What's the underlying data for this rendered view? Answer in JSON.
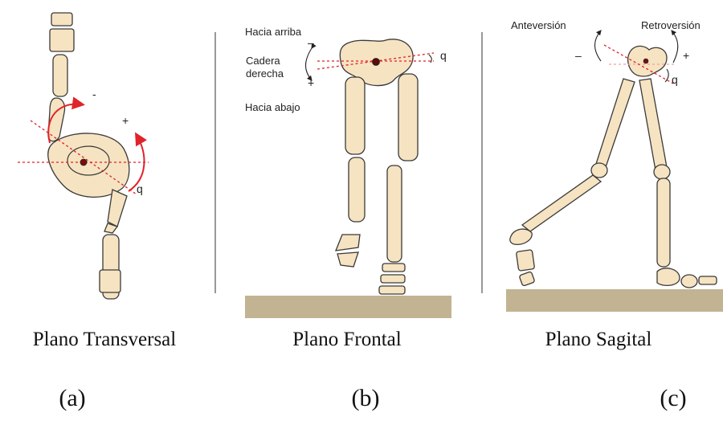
{
  "panels": [
    {
      "caption": "Plano Transversal",
      "letter": "(a)",
      "symbols": {
        "minus": "-",
        "plus": "+",
        "angle": "q"
      }
    },
    {
      "caption": "Plano Frontal",
      "letter": "(b)",
      "labels": {
        "up": "Hacia arriba",
        "hip_line1": "Cadera",
        "hip_line2": "derecha",
        "down": "Hacia abajo"
      },
      "symbols": {
        "minus": "–",
        "plus": "+",
        "angle": "q"
      }
    },
    {
      "caption": "Plano Sagital",
      "letter": "(c)",
      "labels": {
        "anteversion": "Anteversión",
        "retroversion": "Retroversión"
      },
      "symbols": {
        "minus": "–",
        "plus": "+",
        "angle": "q"
      }
    }
  ],
  "colors": {
    "bone": "#f6e3c1",
    "axis_line": "#e0232a",
    "ground": "#c2b393"
  }
}
